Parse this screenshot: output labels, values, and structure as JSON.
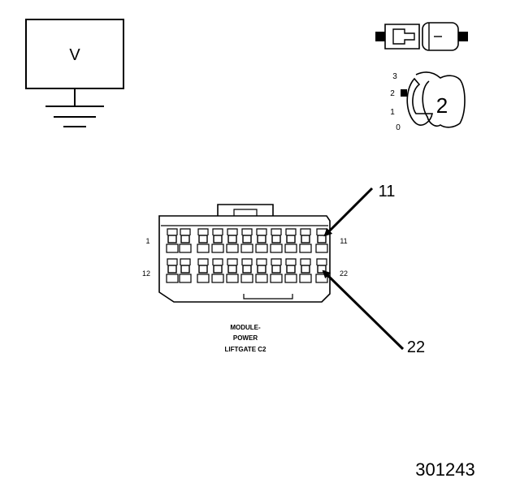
{
  "voltmeter": {
    "symbol": "V"
  },
  "ignition_switch": {
    "positions": [
      "3",
      "2",
      "1",
      "0"
    ],
    "selected_position": "2"
  },
  "connector": {
    "caption_lines": [
      "MODULE-",
      "POWER",
      "LIFTGATE C2"
    ],
    "row1_start_pin": "1",
    "row1_end_pin": "11",
    "row2_start_pin": "12",
    "row2_end_pin": "22"
  },
  "callouts": {
    "top": "11",
    "bottom": "22"
  },
  "figure_id": "301243",
  "colors": {
    "line": "#000000",
    "background": "#ffffff"
  }
}
